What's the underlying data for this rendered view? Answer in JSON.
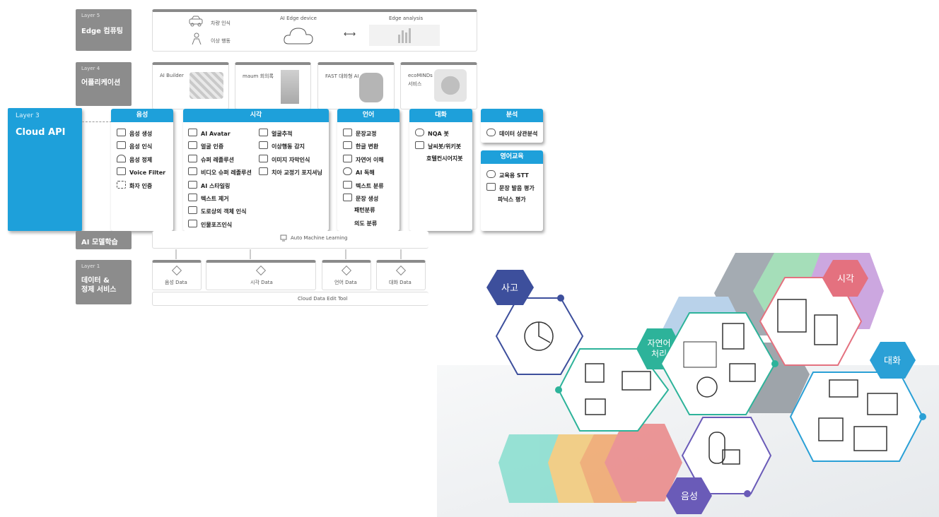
{
  "layer5": {
    "num": "Layer 5",
    "title": "Edge 컴퓨팅",
    "vehicle": "차량 인식",
    "abnormal": "이상 행동",
    "device": "AI Edge device",
    "analysis": "Edge analysis",
    "arrow": "⟷"
  },
  "layer4": {
    "num": "Layer 4",
    "title": "어플리케이션",
    "apps": [
      "AI Builder",
      "maum 회의록",
      "FAST 대화형 AI",
      "ecoMINDs",
      "서비스"
    ]
  },
  "layer3": {
    "num": "Layer 3",
    "title": "Cloud API"
  },
  "voice": {
    "title": "음성",
    "items": [
      "음성 생성",
      "음성 인식",
      "음성 정제",
      "Voice Filter",
      "화자 인증"
    ]
  },
  "vision": {
    "title": "시각",
    "left": [
      "AI Avatar",
      "얼굴 인증",
      "슈퍼 레졸루션",
      "비디오 슈퍼 레졸루션",
      "AI 스타일링",
      "텍스트 제거",
      "도로상의 객체 인식",
      "인물포즈인식"
    ],
    "right": [
      "얼굴추적",
      "이상행동 감지",
      "이미지 자막인식",
      "치아 교정기 포지셔닝"
    ]
  },
  "language": {
    "title": "언어",
    "items": [
      "문장교정",
      "한글 변환",
      "자연어 이해",
      "AI 독해",
      "텍스트 분류",
      "문장 생성",
      "패턴분류",
      "의도 분류"
    ]
  },
  "dialog": {
    "title": "대화",
    "items": [
      "NQA 봇",
      "날씨봇/위키봇",
      "호텔컨시어지봇"
    ]
  },
  "analysis": {
    "title": "분석",
    "items": [
      "데이터 상관분석"
    ]
  },
  "english": {
    "title": "영어교육",
    "items": [
      "교육용 STT",
      "문장 발음 평가",
      "파닉스 평가"
    ]
  },
  "layer2": {
    "title": "AI 모델학습",
    "automl": "Auto Machine Learning"
  },
  "layer1": {
    "num": "Layer 1",
    "title1": "데이터 &",
    "title2": "정제 서비스",
    "data": [
      "음성 Data",
      "시각 Data",
      "언어 Data",
      "대화 Data"
    ],
    "tool": "Cloud Data Edit Tool"
  },
  "hex": {
    "think": "사고",
    "nlp1": "자연어",
    "nlp2": "처리",
    "vision": "시각",
    "dialog": "대화",
    "voice": "음성"
  },
  "colors": {
    "blue": "#1ea0da",
    "navy": "#3d4f9c",
    "teal": "#2db39a",
    "pink": "#e4717f",
    "sky": "#2aa0d6",
    "purple": "#6a5bb8"
  }
}
